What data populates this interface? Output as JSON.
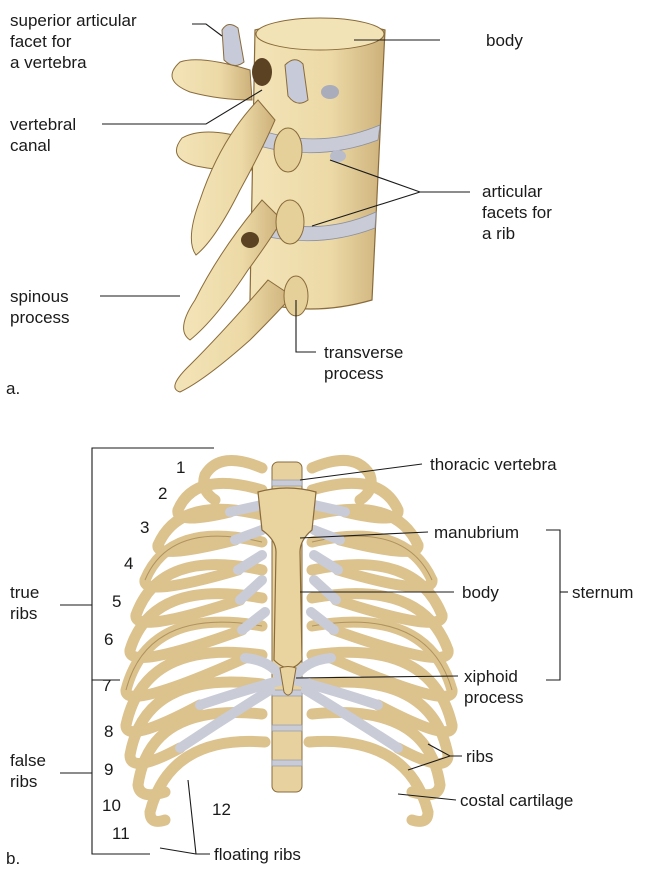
{
  "panel_a": {
    "panel_label": "a.",
    "labels": {
      "superior_articular_facet": "superior articular\nfacet for\na vertebra",
      "vertebral_canal": "vertebral\ncanal",
      "spinous_process": "spinous\nprocess",
      "body": "body",
      "articular_facets": "articular\nfacets for\na rib",
      "transverse_process": "transverse\nprocess"
    }
  },
  "panel_b": {
    "panel_label": "b.",
    "labels": {
      "true_ribs": "true\nribs",
      "false_ribs": "false\nribs",
      "thoracic_vertebra": "thoracic vertebra",
      "manubrium": "manubrium",
      "body": "body",
      "sternum": "sternum",
      "xiphoid_process": "xiphoid\nprocess",
      "ribs": "ribs",
      "costal_cartilage": "costal cartilage",
      "floating_ribs": "floating ribs"
    },
    "rib_numbers": [
      "1",
      "2",
      "3",
      "4",
      "5",
      "6",
      "7",
      "8",
      "9",
      "10",
      "11",
      "12"
    ]
  },
  "colors": {
    "bone": "#ecd9a6",
    "bone_shadow": "#c9ad74",
    "bone_outline": "#8a6b3a",
    "cartilage": "#c9cbd6",
    "line": "#1a1a1a"
  }
}
